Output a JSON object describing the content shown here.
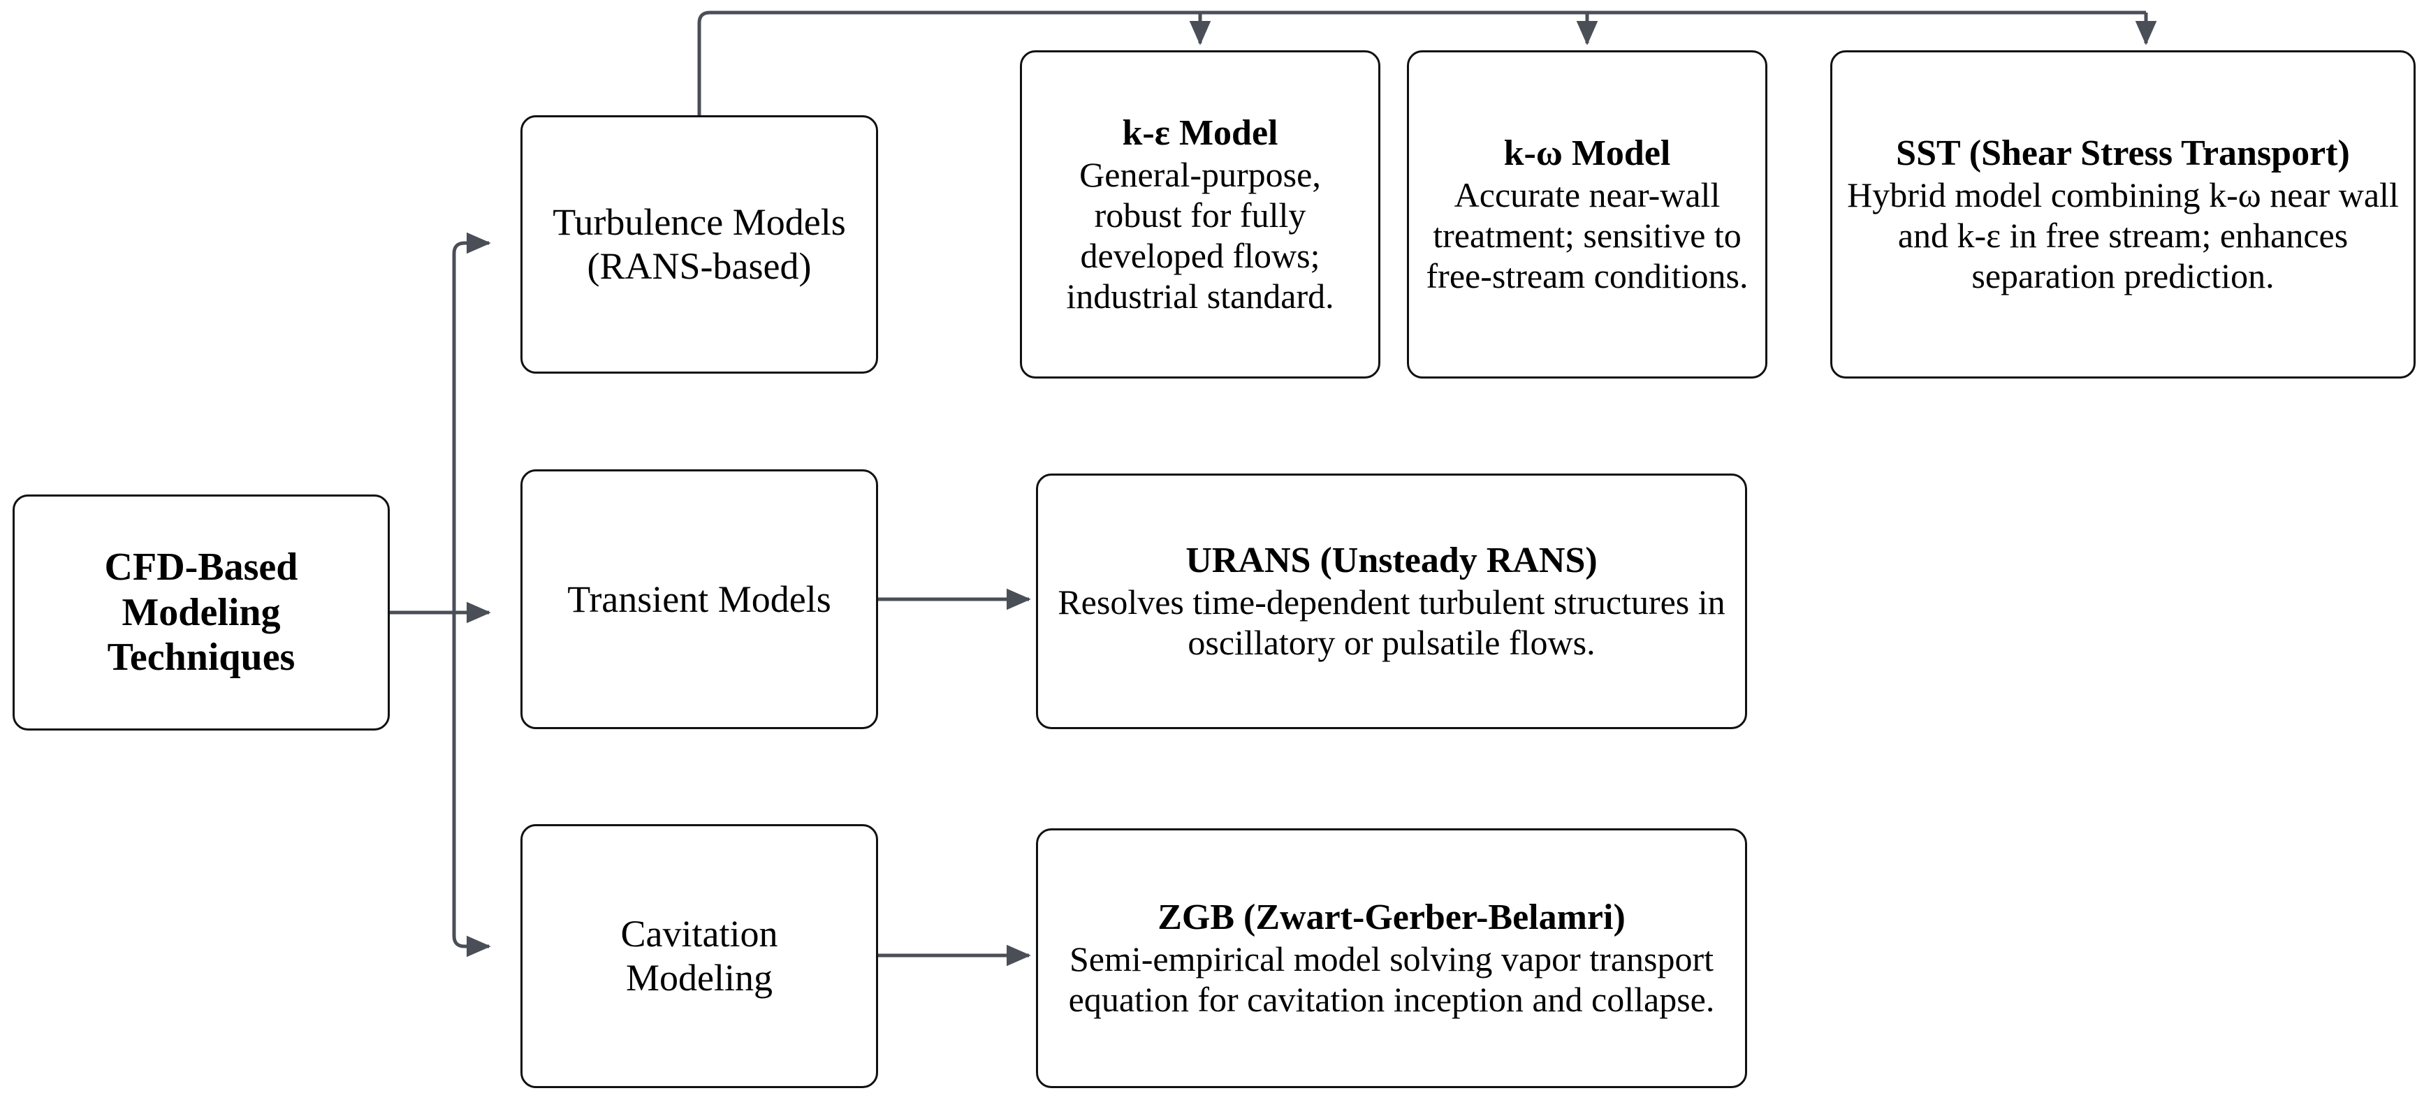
{
  "diagram": {
    "type": "flowchart",
    "orientation": "left-to-right",
    "background_color": "#ffffff",
    "node_border_color": "#111111",
    "edge_color": "#4a4f57",
    "nodes": {
      "root": {
        "title": "CFD-Based Modeling Techniques",
        "title_line1": "CFD-Based",
        "title_line2": "Modeling",
        "title_line3": "Techniques",
        "bold": true
      },
      "turbulence": {
        "label_line1": "Turbulence Models",
        "label_line2": "(RANS-based)",
        "bold": false
      },
      "transient": {
        "label_line1": "Transient Models",
        "bold": false
      },
      "cavitation": {
        "label_line1": "Cavitation",
        "label_line2": "Modeling",
        "bold": false
      },
      "k_epsilon": {
        "title": "k-ε Model",
        "description": "General-purpose, robust for fully developed flows; industrial standard."
      },
      "k_omega": {
        "title": "k-ω Model",
        "description": "Accurate near-wall treatment; sensitive to free-stream conditions."
      },
      "sst": {
        "title": "SST (Shear Stress Transport)",
        "description": "Hybrid model combining k-ω near wall and k-ε in free stream; enhances separation prediction."
      },
      "urans": {
        "title": "URANS (Unsteady RANS)",
        "description": "Resolves time-dependent turbulent structures in oscillatory or pulsatile flows."
      },
      "zgb": {
        "title": "ZGB (Zwart-Gerber-Belamri)",
        "description": "Semi-empirical model solving vapor transport equation for cavitation inception and collapse."
      }
    },
    "edges": [
      {
        "from": "root",
        "to": "turbulence"
      },
      {
        "from": "root",
        "to": "transient"
      },
      {
        "from": "root",
        "to": "cavitation"
      },
      {
        "from": "turbulence",
        "to": "k_epsilon"
      },
      {
        "from": "turbulence",
        "to": "k_omega"
      },
      {
        "from": "turbulence",
        "to": "sst"
      },
      {
        "from": "transient",
        "to": "urans"
      },
      {
        "from": "cavitation",
        "to": "zgb"
      }
    ]
  }
}
